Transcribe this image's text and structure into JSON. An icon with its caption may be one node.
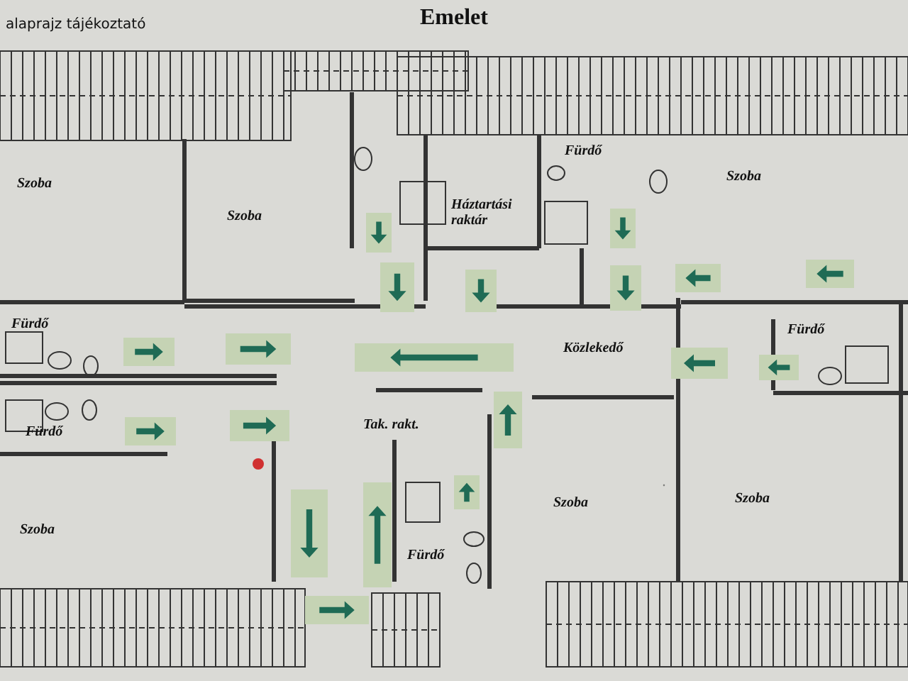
{
  "diagram": {
    "title": "Emelet",
    "labels": [
      "alaprajz tájékoztató",
      "Fürdő",
      "Szoba",
      "Szoba",
      "Háztartási raktár",
      "Szoba",
      "Fürdő",
      "Fürdő",
      "Közlekedő",
      "Tak. rakt.",
      "Fürdő",
      "Szoba",
      "Szoba",
      "Szoba",
      "Fürdő"
    ]
  }
}
